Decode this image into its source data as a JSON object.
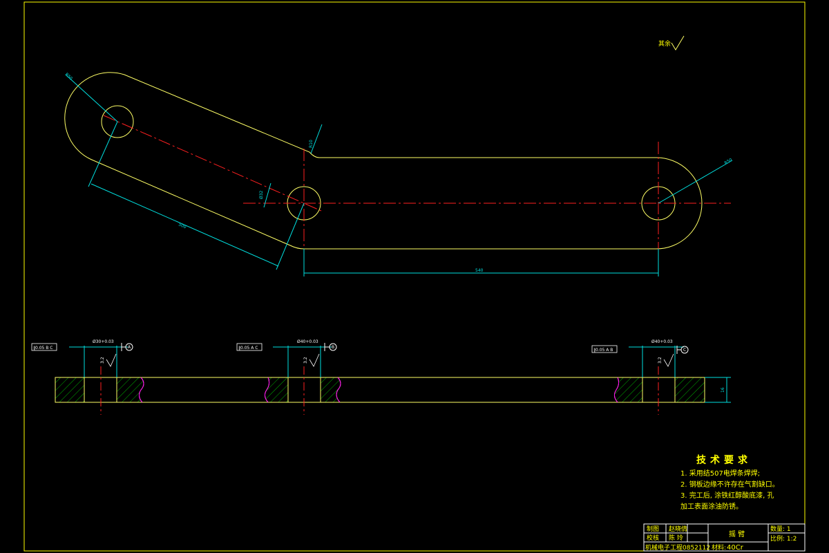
{
  "roughness_note": "其余",
  "dimensions": {
    "top_left_radius": "R50",
    "top_right_radius": "R50",
    "bend_offset": "R10",
    "small_hole_left": "Ø32",
    "center_dim": "Ø40",
    "long_arm": "500",
    "straight_arm": "540",
    "thickness": "16"
  },
  "section": {
    "left": {
      "tolerance": "∥0.05 B C",
      "bore": "Ø30+0.03",
      "datum": "A",
      "roughness": "3.2"
    },
    "mid": {
      "tolerance": "∥0.05 A C",
      "bore": "Ø40+0.03",
      "datum": "B",
      "roughness": "3.2"
    },
    "right": {
      "tolerance": "∥0.05 A B",
      "bore": "Ø40+0.03",
      "datum": "C",
      "roughness": "3.2"
    }
  },
  "tech": {
    "title": "技术要求",
    "lines": [
      "1. 采用结507电焊条焊焊;",
      "2. 钢板边缘不许存在气割缺口。",
      "3. 完工后, 涂铁红醇酸底漆, 孔",
      "加工表面涂油防锈。"
    ]
  },
  "title_block": {
    "drawn_label": "制图",
    "drawn_name": "赵晓倩",
    "checked_label": "校核",
    "checked_name": "陈 玲",
    "school": "机械电子工程0852112",
    "part_name": "摇 臂",
    "quantity": "数量: 1",
    "scale": "比例: 1:2",
    "material_label": "材料:",
    "material": "40Cr"
  },
  "colors": {
    "outline": "#ffff66",
    "center": "#ff2020",
    "dimension": "#00e0e0",
    "break": "#ff00ff",
    "hatch": "#00b000",
    "border": "#ffff00"
  }
}
